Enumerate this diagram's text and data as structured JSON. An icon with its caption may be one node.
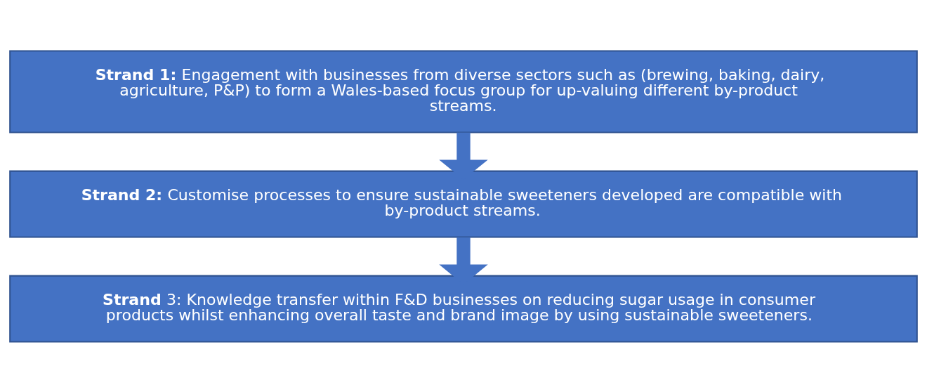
{
  "diagram": {
    "nodes": [
      {
        "text": [
          "**Strand 1:** Engagement with businesses from diverse sectors such as (brewing, baking, dairy, agriculture, P&P) to form a Wales-based focus group for up-valuing different by-product streams."
        ]
      },
      {
        "text": [
          "**Strand 2:** Customise processes to ensure sustainable sweeteners developed are compatible with by-product streams."
        ]
      },
      {
        "text": [
          "**Strand** 3: Knowledge transfer within F&D businesses on reducing sugar usage in consumer products whilst enhancing overall taste and brand image by using sustainable sweeteners."
        ]
      }
    ],
    "edges": [
      {
        "from": 0,
        "to": 1,
        "arrow": "to"
      },
      {
        "from": 1,
        "to": 2,
        "arrow": "to"
      }
    ]
  }
}
